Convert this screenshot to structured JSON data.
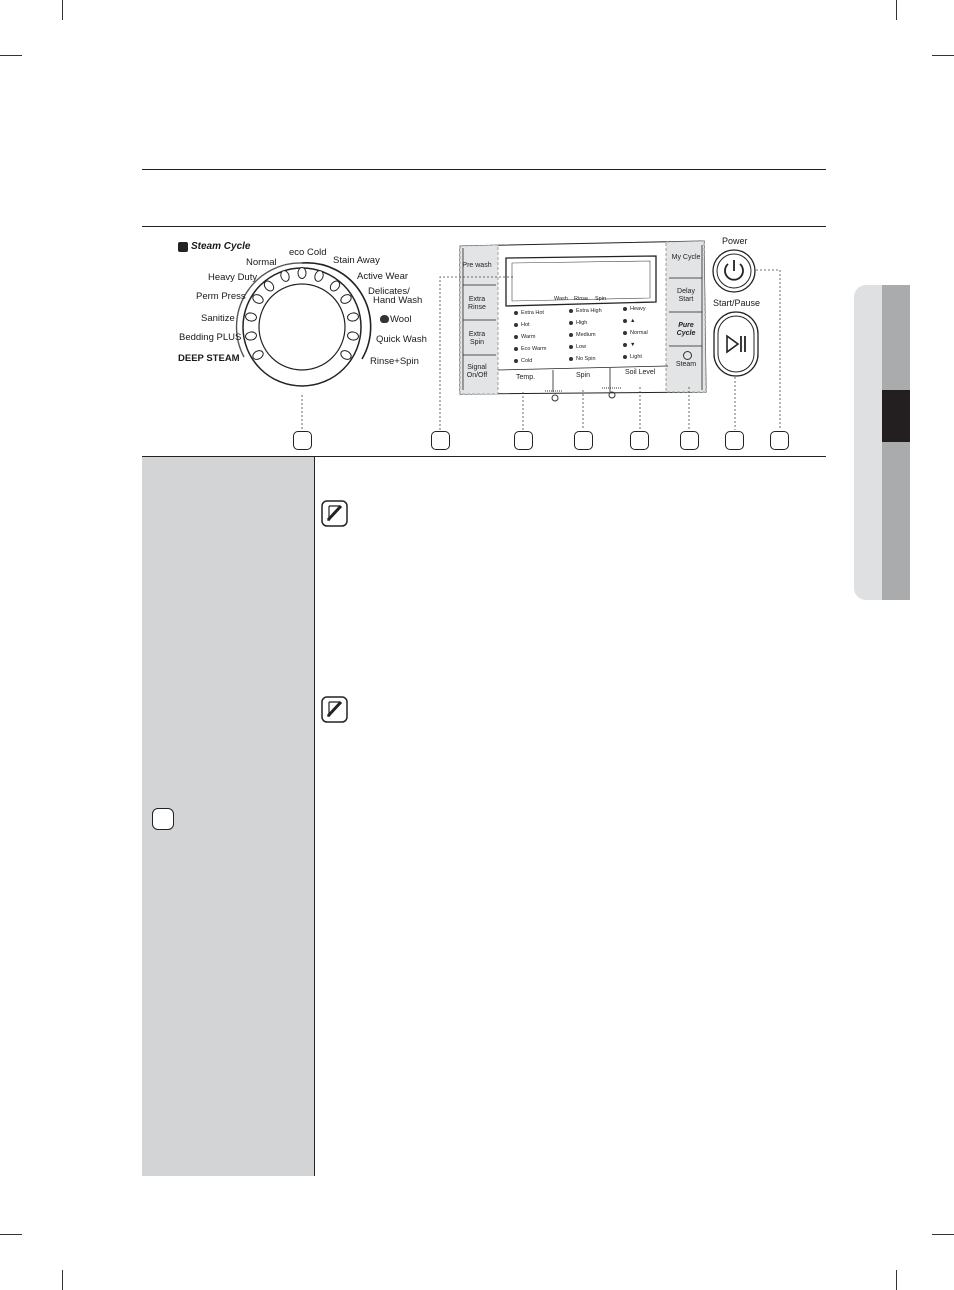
{
  "dial": {
    "header": "Steam Cycle",
    "cycles_left": [
      "Normal",
      "Heavy Duty",
      "Perm Press",
      "Sanitize",
      "Bedding PLUS",
      "DEEP STEAM"
    ],
    "eco_cold": "eco Cold",
    "cycles_right": [
      "Stain Away",
      "Active Wear",
      "Delicates/",
      "Hand Wash",
      "Wool",
      "Quick Wash",
      "Rinse+Spin"
    ]
  },
  "left_buttons": [
    "Pre wash",
    "Extra Rinse",
    "Extra Spin",
    "Signal On/Off"
  ],
  "display": {
    "stages": [
      "Wash",
      "Rinse",
      "Spin"
    ]
  },
  "temp": {
    "label": "Temp.",
    "options": [
      "Extra Hot",
      "Hot",
      "Warm",
      "Eco Warm",
      "Cold"
    ]
  },
  "spin": {
    "label": "Spin",
    "options": [
      "Extra High",
      "High",
      "Medium",
      "Low",
      "No Spin"
    ]
  },
  "soil": {
    "label": "Soil Level",
    "options": [
      "Heavy",
      "▲",
      "Normal",
      "▼",
      "Light"
    ]
  },
  "right_buttons": [
    "My Cycle",
    "Delay Start",
    "Pure Cycle",
    "Steam"
  ],
  "power": {
    "label": "Power"
  },
  "start_pause": {
    "label": "Start/Pause"
  },
  "colors": {
    "side_panel": "#d3d4d6",
    "tab_light": "#dfe0e1",
    "tab_mid": "#a9abad",
    "tab_dark": "#231f20",
    "panel_gray": "#e3e4e5"
  }
}
